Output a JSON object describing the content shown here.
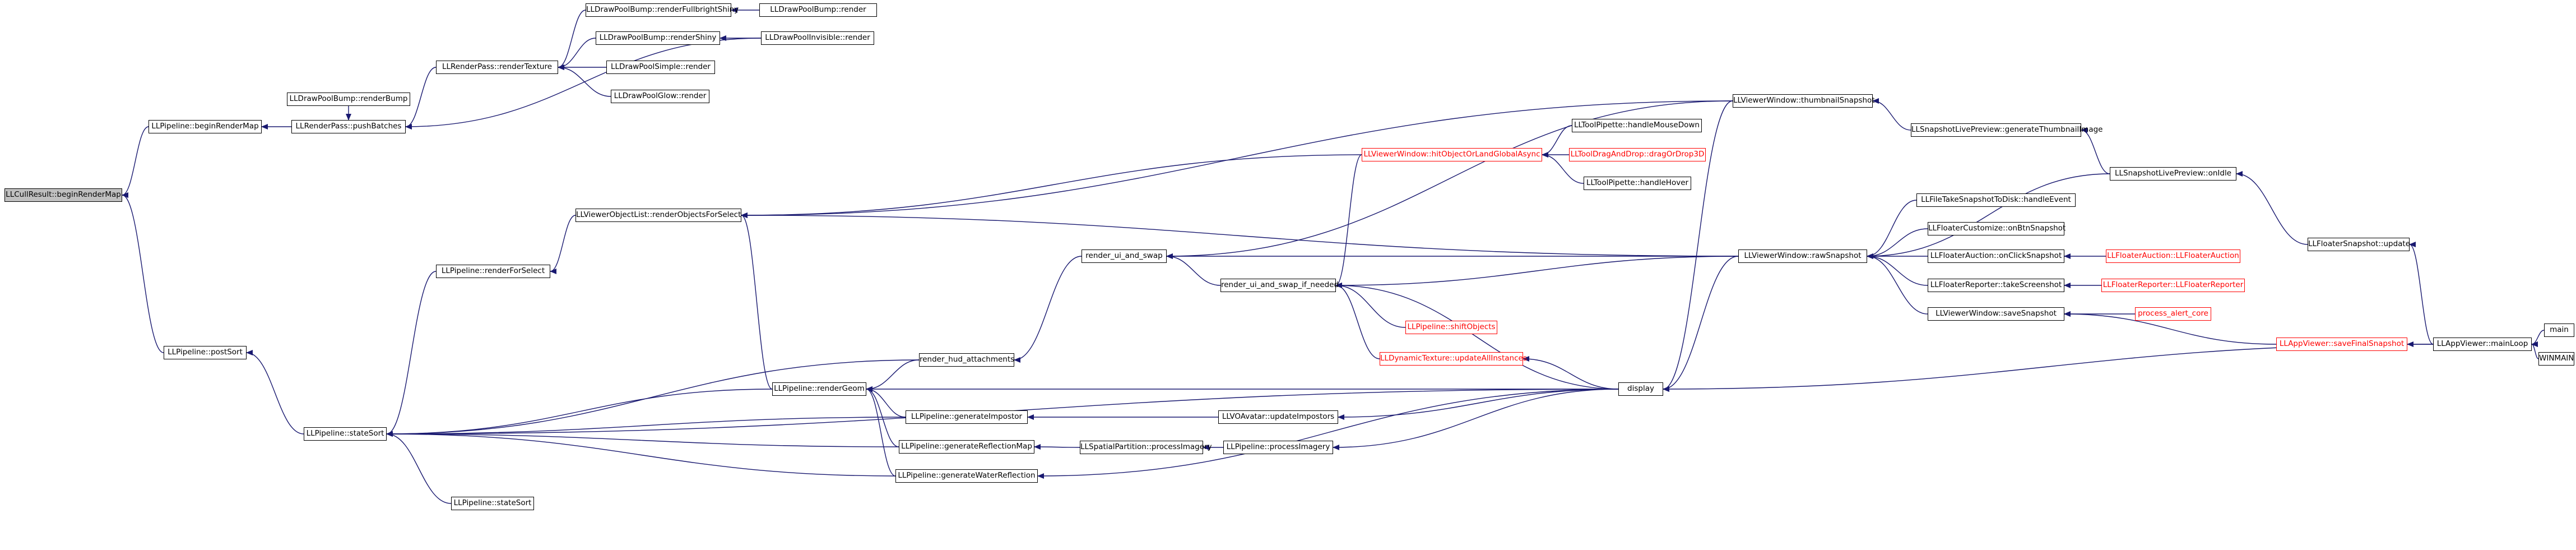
{
  "graph": {
    "nodes": [
      {
        "id": "root",
        "label": "LLCullResult::beginRenderMap",
        "root": true
      },
      {
        "id": "bRM",
        "label": "LLPipeline::beginRenderMap"
      },
      {
        "id": "pS",
        "label": "LLPipeline::postSort"
      },
      {
        "id": "dpbRBM",
        "label": "LLDrawPoolBump::renderBump"
      },
      {
        "id": "pB",
        "label": "LLRenderPass::pushBatches"
      },
      {
        "id": "rT",
        "label": "LLRenderPass::renderTexture"
      },
      {
        "id": "dpbRFS",
        "label": "LLDrawPoolBump::renderFullbrightShiny"
      },
      {
        "id": "dpbR",
        "label": "LLDrawPoolBump::render"
      },
      {
        "id": "dpbRS",
        "label": "LLDrawPoolBump::renderShiny"
      },
      {
        "id": "dpiR",
        "label": "LLDrawPoolInvisible::render"
      },
      {
        "id": "dpsR",
        "label": "LLDrawPoolSimple::render"
      },
      {
        "id": "dpgR",
        "label": "LLDrawPoolGlow::render"
      },
      {
        "id": "rOFS",
        "label": "LLViewerObjectList::renderObjectsForSelect"
      },
      {
        "id": "rFS",
        "label": "LLPipeline::renderForSelect"
      },
      {
        "id": "sS",
        "label": "LLPipeline::stateSort"
      },
      {
        "id": "sS2",
        "label": "LLPipeline::stateSort"
      },
      {
        "id": "rG",
        "label": "LLPipeline::renderGeom"
      },
      {
        "id": "rHA",
        "label": "render_hud_attachments"
      },
      {
        "id": "gI",
        "label": "LLPipeline::generateImpostor"
      },
      {
        "id": "gRM",
        "label": "LLPipeline::generateReflectionMap"
      },
      {
        "id": "gWR",
        "label": "LLPipeline::generateWaterReflection"
      },
      {
        "id": "rUS",
        "label": "render_ui_and_swap"
      },
      {
        "id": "rUSN",
        "label": "render_ui_and_swap_if_needed"
      },
      {
        "id": "hOLG",
        "label": "LLViewerWindow::hitObjectOrLandGlobalAsync",
        "red": true
      },
      {
        "id": "tpHMD",
        "label": "LLToolPipette::handleMouseDown"
      },
      {
        "id": "tdDD",
        "label": "LLToolDragAndDrop::dragOrDrop3D",
        "red": true
      },
      {
        "id": "tpHH",
        "label": "LLToolPipette::handleHover"
      },
      {
        "id": "sO",
        "label": "LLPipeline::shiftObjects",
        "red": true
      },
      {
        "id": "dtUA",
        "label": "LLDynamicTexture::updateAllInstances",
        "red": true
      },
      {
        "id": "vaUI",
        "label": "LLVOAvatar::updateImpostors"
      },
      {
        "id": "spPI",
        "label": "LLSpatialPartition::processImagery"
      },
      {
        "id": "plPI",
        "label": "LLPipeline::processImagery"
      },
      {
        "id": "disp",
        "label": "display"
      },
      {
        "id": "vwTS",
        "label": "LLViewerWindow::thumbnailSnapshot"
      },
      {
        "id": "vwRS",
        "label": "LLViewerWindow::rawSnapshot"
      },
      {
        "id": "sLPG",
        "label": "LLSnapshotLivePreview::generateThumbnailImage"
      },
      {
        "id": "sLPO",
        "label": "LLSnapshotLivePreview::onIdle"
      },
      {
        "id": "fTS",
        "label": "LLFileTakeSnapshotToDisk::handleEvent"
      },
      {
        "id": "fcOBS",
        "label": "LLFloaterCustomize::onBtnSnapshot"
      },
      {
        "id": "faOCS",
        "label": "LLFloaterAuction::onClickSnapshot"
      },
      {
        "id": "faFA",
        "label": "LLFloaterAuction::LLFloaterAuction",
        "red": true
      },
      {
        "id": "frTS",
        "label": "LLFloaterReporter::takeScreenshot"
      },
      {
        "id": "frFR",
        "label": "LLFloaterReporter::LLFloaterReporter",
        "red": true
      },
      {
        "id": "vwSS",
        "label": "LLViewerWindow::saveSnapshot"
      },
      {
        "id": "pAC",
        "label": "process_alert_core",
        "red": true
      },
      {
        "id": "avSFS",
        "label": "LLAppViewer::saveFinalSnapshot",
        "red": true
      },
      {
        "id": "fsU",
        "label": "LLFloaterSnapshot::update"
      },
      {
        "id": "avML",
        "label": "LLAppViewer::mainLoop"
      },
      {
        "id": "main",
        "label": "main"
      },
      {
        "id": "winmain",
        "label": "WINMAIN"
      }
    ]
  }
}
